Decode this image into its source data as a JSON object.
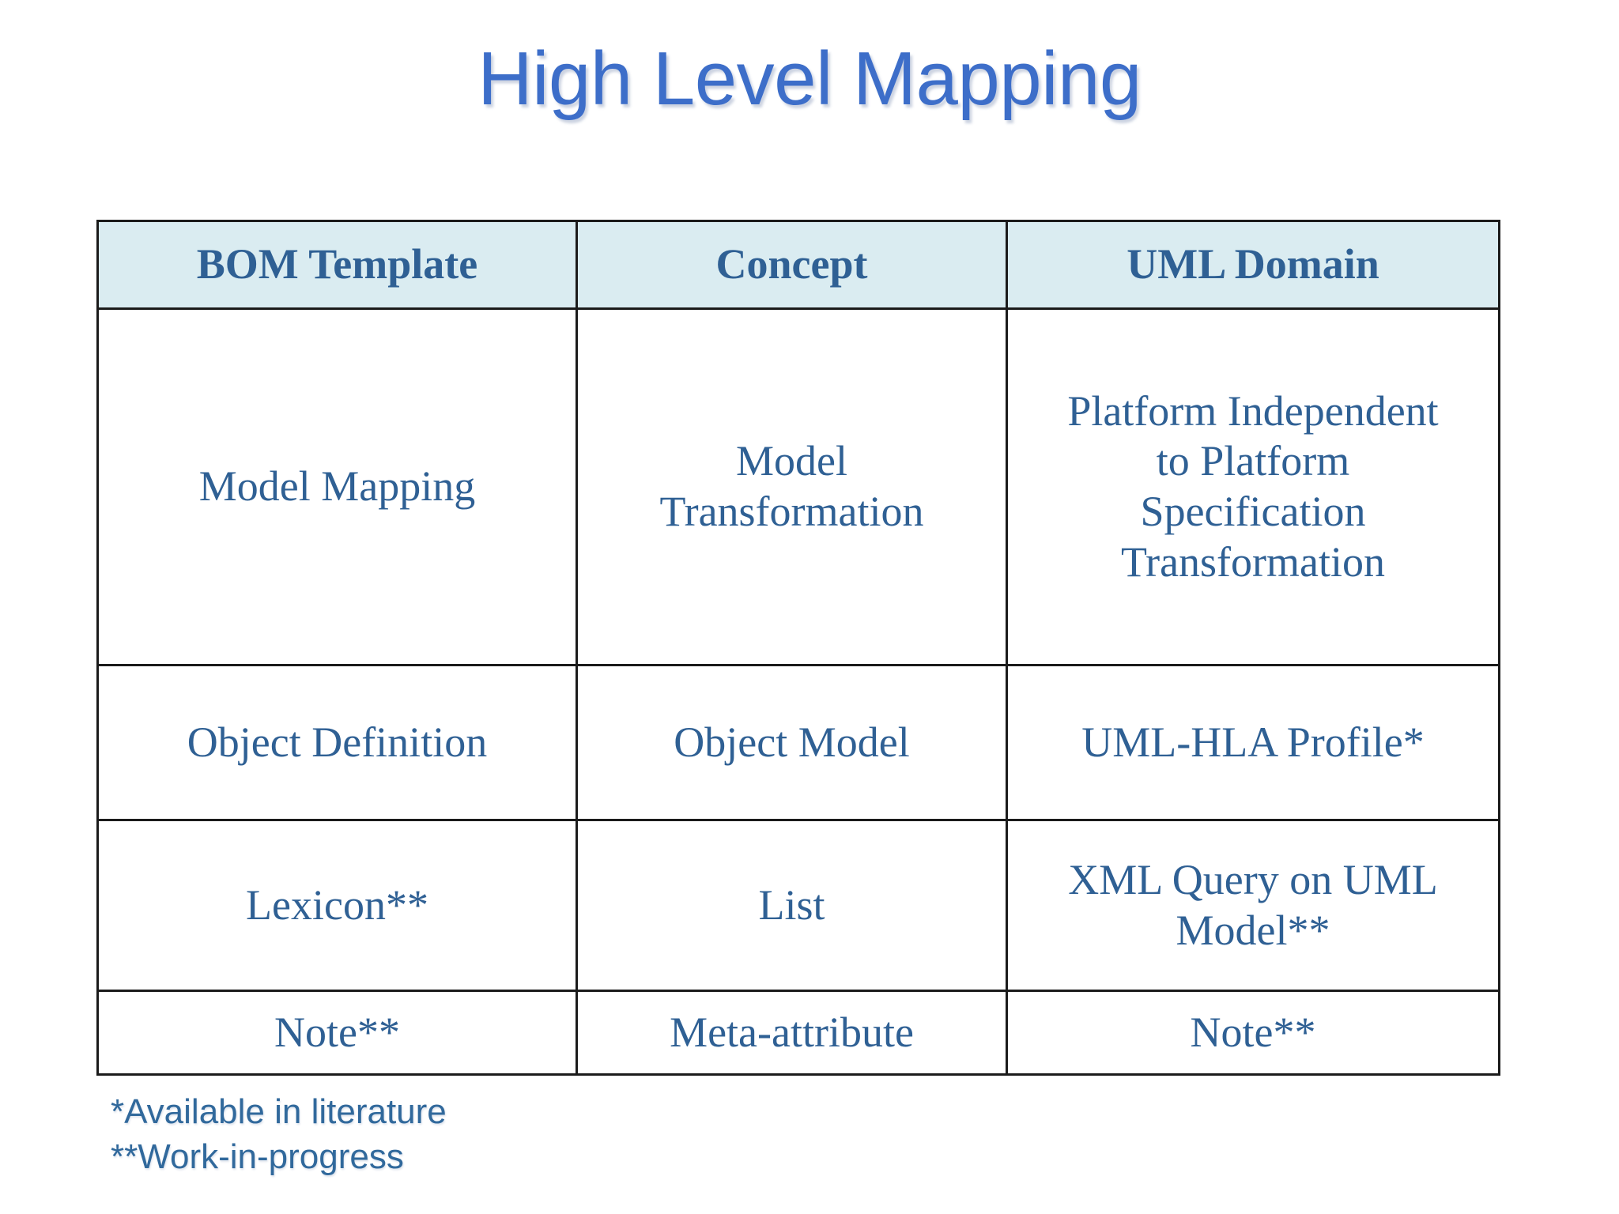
{
  "slide": {
    "title": "High Level Mapping",
    "title_color": "#3d6ec9",
    "background": "#ffffff"
  },
  "table": {
    "header_background": "#daecf1",
    "text_color": "#2f6094",
    "border_color": "#1b1b1b",
    "columns": [
      "BOM Template",
      "Concept",
      "UML Domain"
    ],
    "rows": [
      {
        "bom_template": "Model Mapping",
        "concept_lines": [
          "Model",
          "Transformation"
        ],
        "uml_domain_lines": [
          "Platform Independent",
          "to Platform",
          "Specification",
          "Transformation"
        ]
      },
      {
        "bom_template": "Object Definition",
        "concept_lines": [
          "Object Model"
        ],
        "uml_domain_lines": [
          "UML-HLA Profile*"
        ]
      },
      {
        "bom_template": "Lexicon**",
        "concept_lines": [
          "List"
        ],
        "uml_domain_lines": [
          "XML Query on UML",
          "Model**"
        ]
      },
      {
        "bom_template": "Note**",
        "concept_lines": [
          "Meta-attribute"
        ],
        "uml_domain_lines": [
          "Note**"
        ]
      }
    ]
  },
  "footnotes": {
    "line1": "*Available in literature",
    "line2": "**Work-in-progress",
    "color": "#31699c"
  }
}
